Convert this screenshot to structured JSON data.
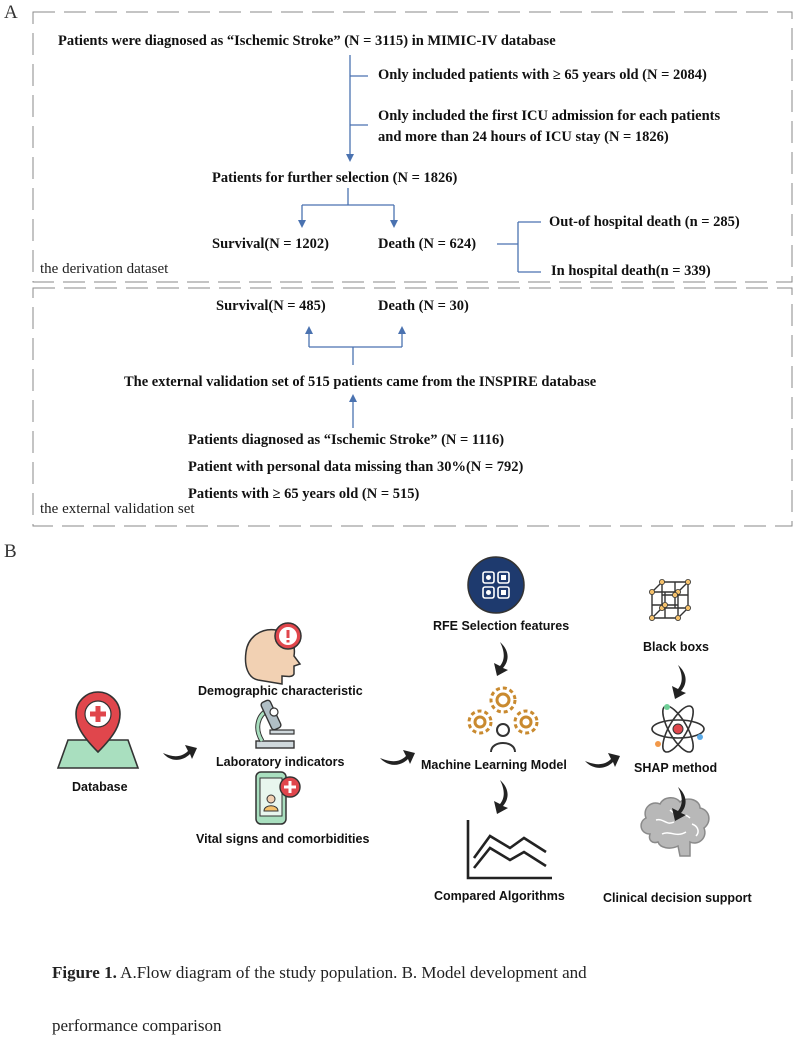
{
  "panel_a": {
    "letter": "A",
    "top_box": {
      "label": "the derivation dataset",
      "start": "Patients were diagnosed as “Ischemic Stroke” (N = 3115) in MIMIC-IV database",
      "exclusion_1": "Only included patients with ≥ 65 years old (N = 2084)",
      "exclusion_2_line1": "Only included the first ICU admission for each patients",
      "exclusion_2_line2": "and more than 24 hours of ICU stay (N = 1826)",
      "further": "Patients for further selection (N = 1826)",
      "survival": "Survival(N = 1202)",
      "death": "Death (N = 624)",
      "out_hospital": "Out-of  hospital death (n = 285)",
      "in_hospital": "In hospital death(n = 339)"
    },
    "bottom_box": {
      "label": "the external validation set",
      "survival": "Survival(N = 485)",
      "death": "Death (N = 30)",
      "external": "The external validation set of 515 patients came from the INSPIRE database",
      "criteria_1": "Patients diagnosed as “Ischemic Stroke” (N = 1116)",
      "criteria_2": "Patient with personal data missing than 30%(N = 792)",
      "criteria_3": "Patients with ≥ 65 years old (N = 515)"
    },
    "colors": {
      "arrow": "#4a72b0",
      "dash": "#8a8a8a"
    }
  },
  "panel_b": {
    "letter": "B",
    "database": "Database",
    "demographic": "Demographic characteristic",
    "laboratory": "Laboratory indicators",
    "vital": "Vital signs and comorbidities",
    "rfe": "RFE Selection features",
    "ml_model": "Machine Learning Model",
    "compared": "Compared  Algorithms",
    "black_boxes": "Black boxs",
    "shap": "SHAP method",
    "clinical": "Clinical decision support",
    "colors": {
      "red": "#e0464c",
      "green": "#a9dfbf",
      "navy": "#1e3a6e",
      "orange": "#c98a2f",
      "gray": "#9a9a9a"
    }
  },
  "caption": {
    "figure_label": "Figure 1.",
    "line1": " A.Flow diagram of the study population. B. Model development and",
    "line2": "performance comparison"
  }
}
